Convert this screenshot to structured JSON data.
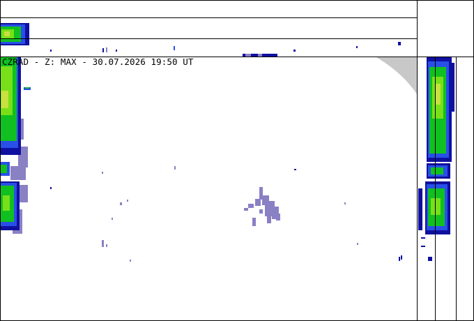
{
  "title": "CZRAD - Z: MAX - 30.07.2026 19:50 UT",
  "colors": {
    "frame": "#000000",
    "background": "#ffffff",
    "outside_range": "#c8c8c8",
    "echo_faint": "#8a80c4",
    "echo_dark_blue": "#1010a0",
    "echo_blue": "#2850e8",
    "echo_green": "#10c020",
    "echo_light_green": "#78e018",
    "echo_yellow": "#c8e040"
  },
  "legend": {
    "layout": "panels",
    "panels": [
      "top-projection",
      "side-projection",
      "main-map"
    ]
  }
}
